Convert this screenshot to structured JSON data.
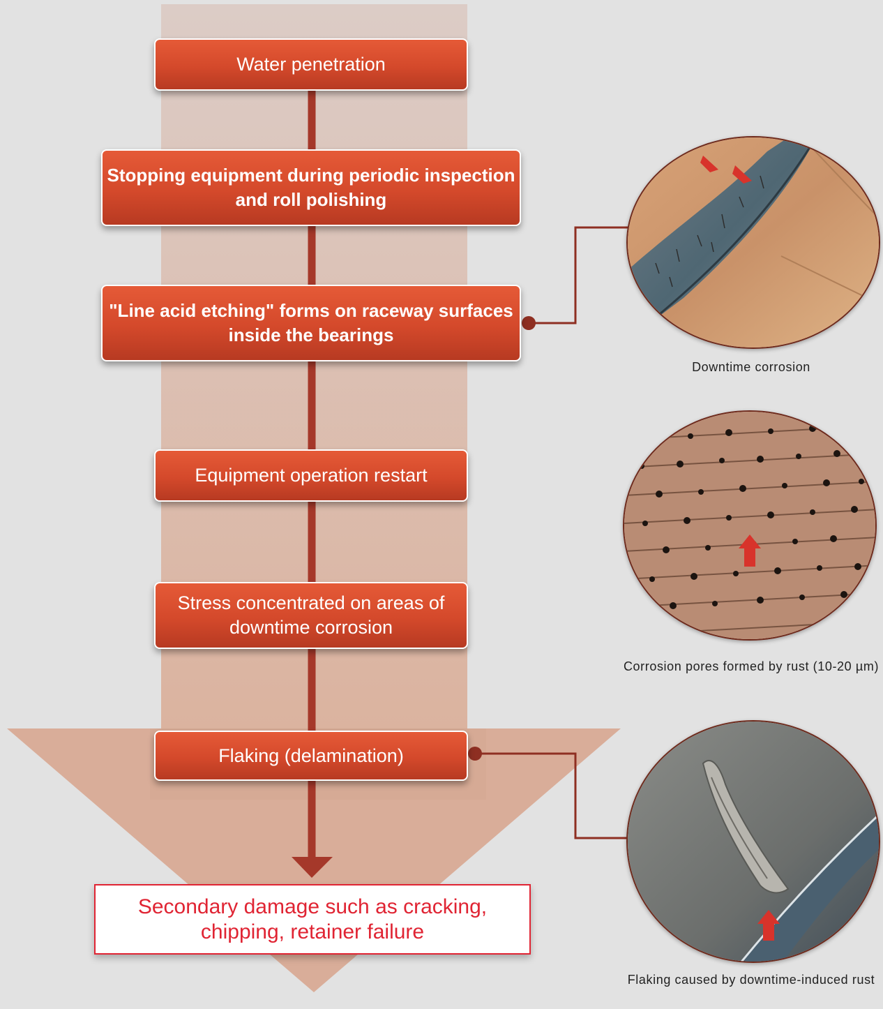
{
  "flow": {
    "steps": [
      {
        "id": "water",
        "label": "Water penetration",
        "bold": false
      },
      {
        "id": "stopping",
        "label": "Stopping equipment during periodic inspection and roll polishing",
        "bold": true
      },
      {
        "id": "etching",
        "label": "\"Line acid etching\" forms on raceway surfaces inside the bearings",
        "bold": true
      },
      {
        "id": "restart",
        "label": "Equipment operation restart",
        "bold": false
      },
      {
        "id": "stress",
        "label": "Stress concentrated on areas of downtime corrosion",
        "bold": false
      },
      {
        "id": "flaking",
        "label": "Flaking (delamination)",
        "bold": false
      }
    ],
    "result": "Secondary damage such as cracking, chipping, retainer failure"
  },
  "photos": [
    {
      "id": "downtime-corrosion",
      "caption": "Downtime corrosion"
    },
    {
      "id": "corrosion-pores",
      "caption": "Corrosion pores formed by rust (10-20 µm)"
    },
    {
      "id": "flaking-rust",
      "caption": "Flaking caused by downtime-induced rust"
    }
  ],
  "colors": {
    "step_fill": "#d4492b",
    "connector": "#a5382a",
    "result_text": "#e02433",
    "band": "#d9ad99"
  }
}
